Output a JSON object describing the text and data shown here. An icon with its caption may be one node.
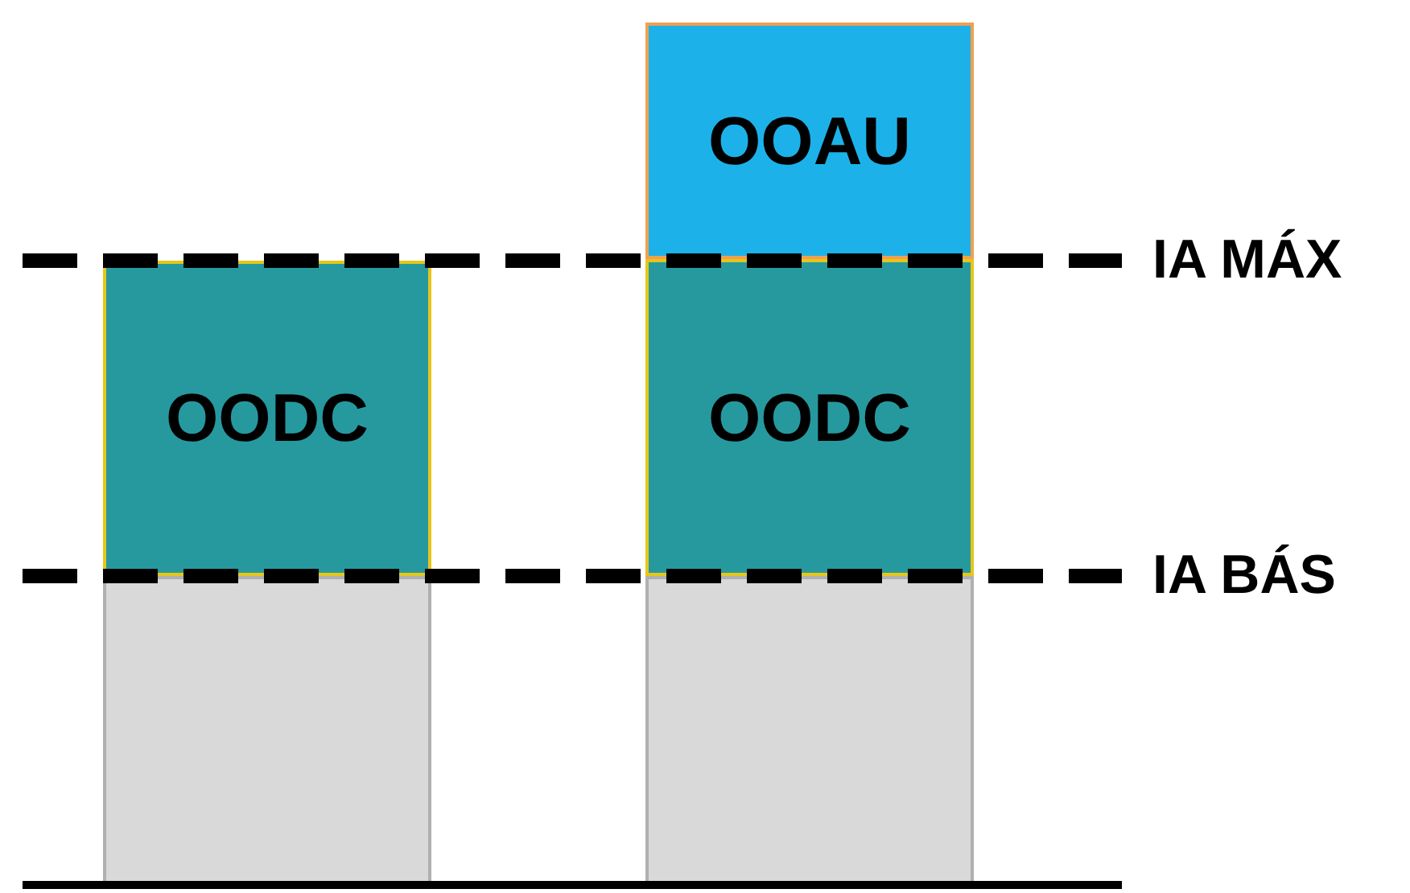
{
  "diagram": {
    "nodes": [
      {
        "text": [
          "OODC"
        ]
      },
      {
        "text": [],
        "shape": "bar"
      },
      {
        "text": [
          "OOAU"
        ]
      },
      {
        "text": [
          "OODC"
        ]
      },
      {
        "text": [],
        "shape": "bar"
      }
    ],
    "labels": [
      "IA MÁX",
      "IA BÁS"
    ]
  }
}
